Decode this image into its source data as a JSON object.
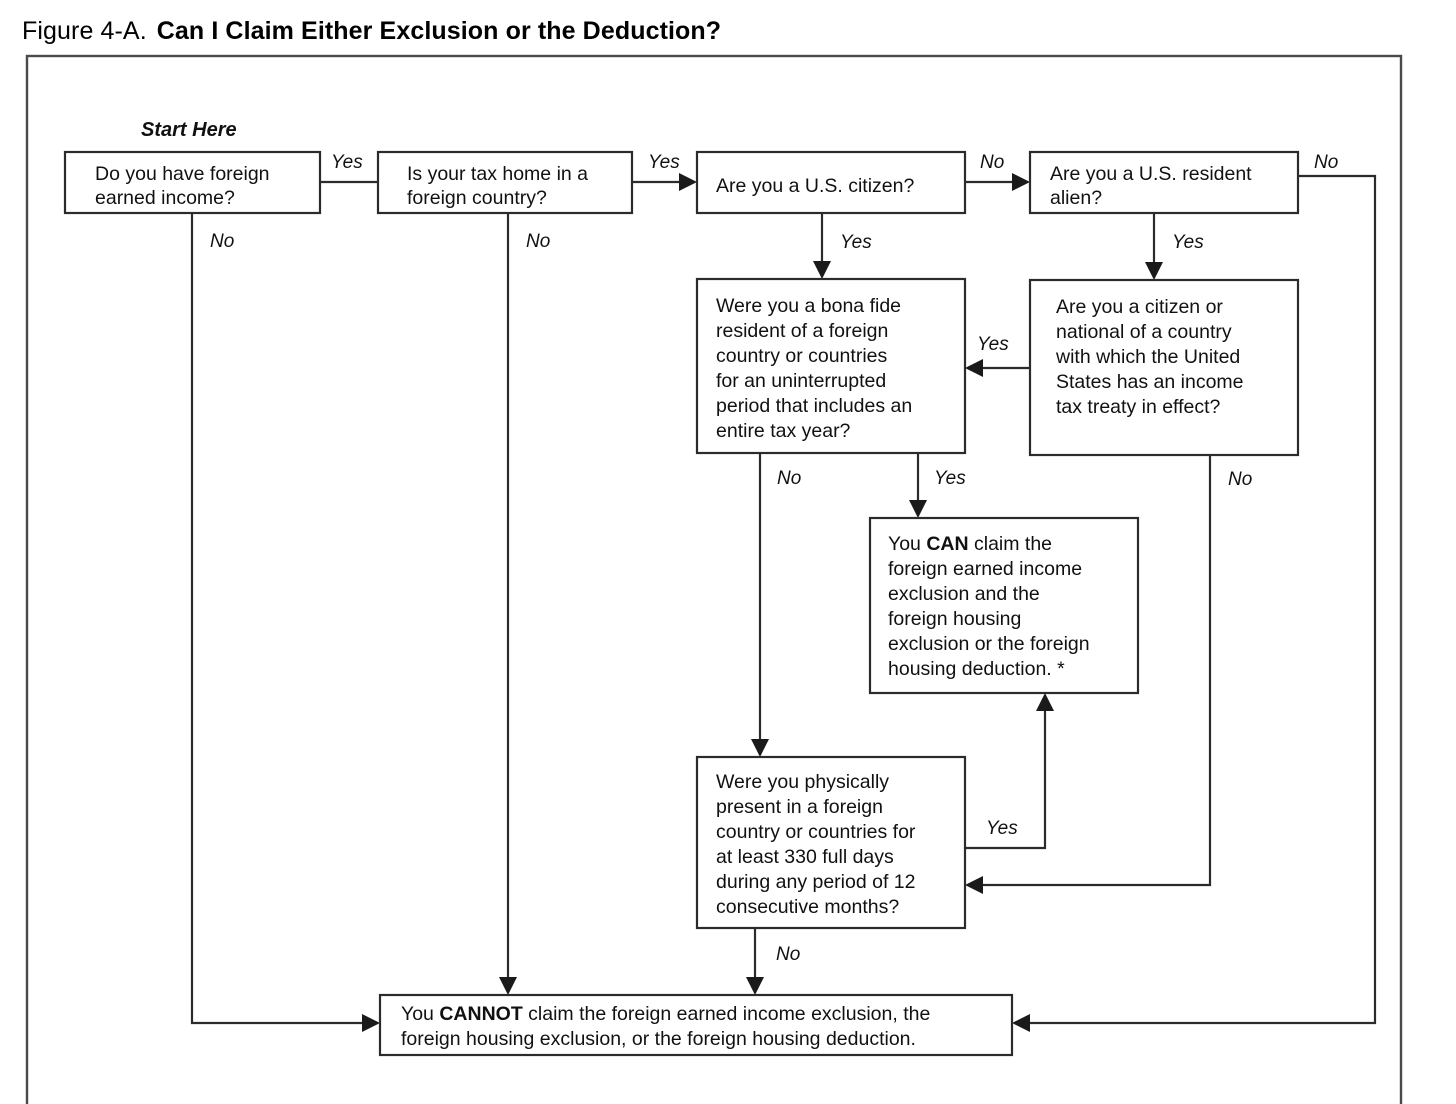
{
  "figure": {
    "label": "Figure 4-A.",
    "title": "Can I Claim Either Exclusion or the Deduction?",
    "start_marker": "Start Here"
  },
  "colors": {
    "ink": "#111111",
    "box_border": "#2b2b2b",
    "frame_border": "#4a4a4a",
    "background": "#ffffff"
  },
  "nodes": {
    "q_earned_income": {
      "lines": [
        "Do you have foreign",
        "earned income?"
      ]
    },
    "q_tax_home": {
      "lines": [
        "Is your tax home in a",
        "foreign country?"
      ]
    },
    "q_us_citizen": {
      "lines": [
        "Are you a U.S. citizen?"
      ]
    },
    "q_resident_alien": {
      "lines": [
        "Are you a U.S. resident",
        "alien?"
      ]
    },
    "q_bona_fide": {
      "lines": [
        "Were you a bona fide",
        "resident of a foreign",
        "country or countries",
        "for an uninterrupted",
        "period that includes an",
        "entire tax year?"
      ]
    },
    "q_treaty": {
      "lines": [
        "Are you a citizen or",
        "national of a country",
        "with which the United",
        "States has an income",
        "tax treaty in effect?"
      ]
    },
    "q_physical_presence": {
      "lines": [
        "Were you physically",
        "present in a foreign",
        "country or countries for",
        "at least 330 full days",
        "during any period of 12",
        "consecutive months?"
      ]
    },
    "result_can": {
      "lines": [
        [
          {
            "t": "You ",
            "b": false
          },
          {
            "t": "CAN",
            "b": true
          },
          {
            "t": " claim the",
            "b": false
          }
        ],
        [
          {
            "t": "foreign earned income",
            "b": false
          }
        ],
        [
          {
            "t": "exclusion and the",
            "b": false
          }
        ],
        [
          {
            "t": "foreign housing",
            "b": false
          }
        ],
        [
          {
            "t": "exclusion or the foreign",
            "b": false
          }
        ],
        [
          {
            "t": "housing deduction. *",
            "b": false
          }
        ]
      ]
    },
    "result_cannot": {
      "lines": [
        [
          {
            "t": "You ",
            "b": false
          },
          {
            "t": "CANNOT",
            "b": true
          },
          {
            "t": " claim the foreign earned income exclusion, the",
            "b": false
          }
        ],
        [
          {
            "t": "foreign housing exclusion, or the foreign housing deduction.",
            "b": false
          }
        ]
      ]
    }
  },
  "edge_labels": {
    "income_yes": "Yes",
    "income_no": "No",
    "taxhome_yes": "Yes",
    "taxhome_no": "No",
    "citizen_no": "No",
    "citizen_yes": "Yes",
    "alien_no": "No",
    "alien_yes": "Yes",
    "treaty_yes": "Yes",
    "treaty_no": "No",
    "bonafide_no": "No",
    "bonafide_yes": "Yes",
    "presence_yes": "Yes",
    "presence_no": "No"
  }
}
